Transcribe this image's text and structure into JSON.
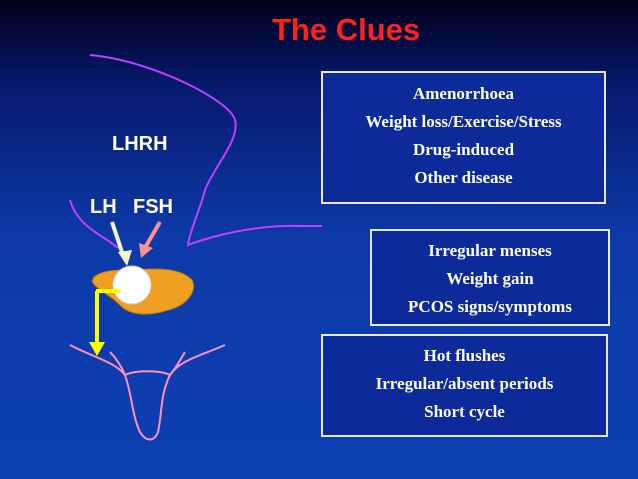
{
  "title": "The Clues",
  "labels": {
    "lhrh": "LHRH",
    "lh": "LH",
    "fsh": "FSH"
  },
  "boxes": [
    {
      "lines": [
        "Amenorrhoea",
        "Weight loss/Exercise/Stress",
        "Drug-induced",
        "Other disease"
      ]
    },
    {
      "lines": [
        "Irregular menses",
        "Weight gain",
        "PCOS signs/symptoms"
      ]
    },
    {
      "lines": [
        "Hot flushes",
        "Irregular/absent periods",
        "Short cycle"
      ]
    }
  ],
  "colors": {
    "title": "#ff2020",
    "brain_outline": "#c040ff",
    "gland": "#f0a020",
    "lh_arrow": "#f5f5c8",
    "fsh_arrow": "#ff9090",
    "ovary_arrow": "#ffff00",
    "uterus": "#ff90c0"
  }
}
